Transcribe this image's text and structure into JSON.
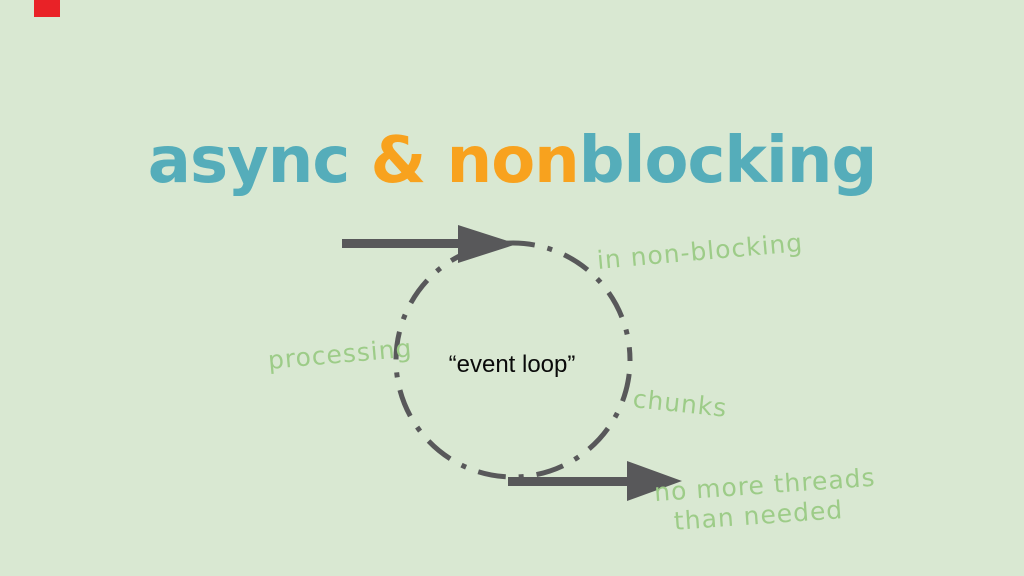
{
  "slide": {
    "title": {
      "segments": [
        {
          "text": "async ",
          "color": "#55adba"
        },
        {
          "text": "& ",
          "color": "#f8a21e"
        },
        {
          "text": "non",
          "color": "#f8a21e"
        },
        {
          "text": "blocking",
          "color": "#55adba"
        }
      ],
      "full_text": "async & nonblocking"
    },
    "diagram": {
      "center_label": "“event loop”",
      "labels": {
        "in_non_blocking": "in non-blocking",
        "processing": "processing",
        "chunks": "chunks",
        "no_more_threads_line1": "no more threads",
        "no_more_threads_line2": "than needed"
      },
      "icons": {
        "incoming_arrow": "right-arrow-icon",
        "outgoing_arrow": "right-arrow-icon",
        "loop": "dash-dot-circle"
      }
    },
    "colors": {
      "background": "#d9e8d2",
      "title_teal": "#55adba",
      "title_orange": "#f8a21e",
      "diagram_gray": "#58585a",
      "label_green": "#9dcc88",
      "center_text": "#0a0a0a",
      "red_marker": "#e92227"
    }
  }
}
